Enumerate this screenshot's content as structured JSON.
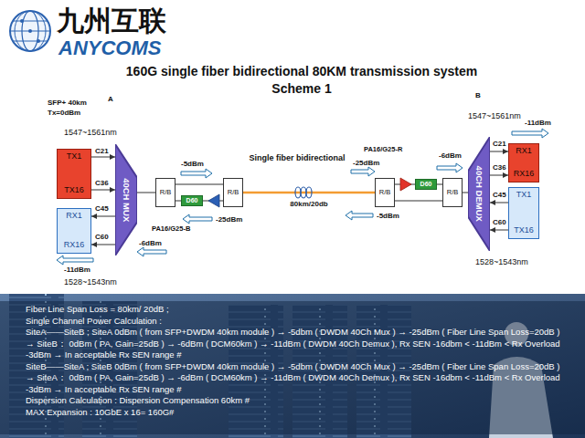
{
  "diagram": {
    "title": "160G single fiber bidirectional 80KM transmission system",
    "nodes": [
      {
        "text": [
          "TX1",
          "TX16"
        ]
      },
      {
        "text": [
          "RX1",
          "RX16"
        ]
      },
      {
        "text": [
          "40CH MUX"
        ]
      },
      {
        "text": [
          "R/B"
        ]
      },
      {
        "text": [
          "D60"
        ]
      },
      {
        "text": [
          "R/B"
        ]
      },
      {
        "text": [
          "R/B"
        ]
      },
      {
        "text": [
          "D60"
        ]
      },
      {
        "text": [
          "R/B"
        ]
      },
      {
        "text": [
          "40CH DEMUX"
        ]
      },
      {
        "text": [
          "RX1",
          "RX16"
        ]
      },
      {
        "text": [
          "TX1",
          "TX16"
        ]
      }
    ],
    "edges": [
      {
        "from": 0,
        "to": 2,
        "arrow": "to"
      },
      {
        "from": 0,
        "to": 2,
        "arrow": "to"
      },
      {
        "from": 2,
        "to": 1,
        "arrow": "to"
      },
      {
        "from": 2,
        "to": 1,
        "arrow": "to"
      },
      {
        "from": 2,
        "to": 3,
        "arrow": "none"
      },
      {
        "from": 3,
        "to": 5,
        "arrow": "none"
      },
      {
        "from": 5,
        "to": 4,
        "arrow": "none"
      },
      {
        "from": 4,
        "to": 3,
        "arrow": "none"
      },
      {
        "from": 5,
        "to": 6,
        "label": "80km/20db",
        "arrow": "none"
      },
      {
        "from": 6,
        "to": 7,
        "arrow": "none"
      },
      {
        "from": 7,
        "to": 8,
        "arrow": "none"
      },
      {
        "from": 8,
        "to": 6,
        "arrow": "none"
      },
      {
        "from": 8,
        "to": 9,
        "arrow": "none"
      },
      {
        "from": 9,
        "to": 10,
        "arrow": "to"
      },
      {
        "from": 9,
        "to": 10,
        "arrow": "to"
      },
      {
        "from": 11,
        "to": 9,
        "arrow": "to"
      },
      {
        "from": 11,
        "to": 9,
        "arrow": "to"
      }
    ],
    "labels": [
      "九州互联",
      "ANYCOMS",
      "Scheme 1",
      "SFP+ 40km",
      "Tx=0dBm",
      "A",
      "1547~1561nm",
      "C21",
      "C36",
      "C45",
      "C60",
      "-6dBm",
      "-11dBm",
      "1528~1543nm",
      "-5dBm",
      "-25dBm",
      "PA16/G25-B",
      "Single fiber bidirectional",
      "PA16/G25-R",
      "-25dBm",
      "-6dBm",
      "-5dBm",
      "B",
      "1547~1561nm",
      "-11dBm",
      "C21",
      "C36",
      "C45",
      "C60",
      "1528~1543nm",
      "Fiber Line Span Loss = 80km/ 20dB ;",
      "Single Channel Power Calculation :",
      "SiteA——SiteB ; SiteA 0dBm ( from SFP+DWDM 40km module ) → -5dbm ( DWDM 40Ch Mux ) → -25dBm ( Fiber Line Span Loss=20dB ) → SiteB： 0dBm ( PA, Gain=25dB ) → -6dBm ( DCM60km ) → -11dBm ( DWDM 40Ch Demux ), Rx SEN -16dbm < -11dBm < Rx Overload -3dBm → In acceptable Rx SEN range #",
      "SiteB——SiteA ; SiteB 0dBm ( from SFP+DWDM 40km module ) → -5dbm ( DWDM 40Ch Mux ) → -25dBm ( Fiber Line Span Loss=20dB ) → SiteA： 0dBm ( PA, Gain=25dB ) → -6dBm ( DCM60km ) → -11dBm ( DWDM 40Ch Demux ), Rx SEN -16dbm < -11dBm < Rx Overload -3dBm → In acceptable Rx SEN range #",
      "Dispersion Calculation : Dispersion Compensation 60km #",
      "MAX Expansion : 10GbE x 16= 160G#"
    ]
  }
}
